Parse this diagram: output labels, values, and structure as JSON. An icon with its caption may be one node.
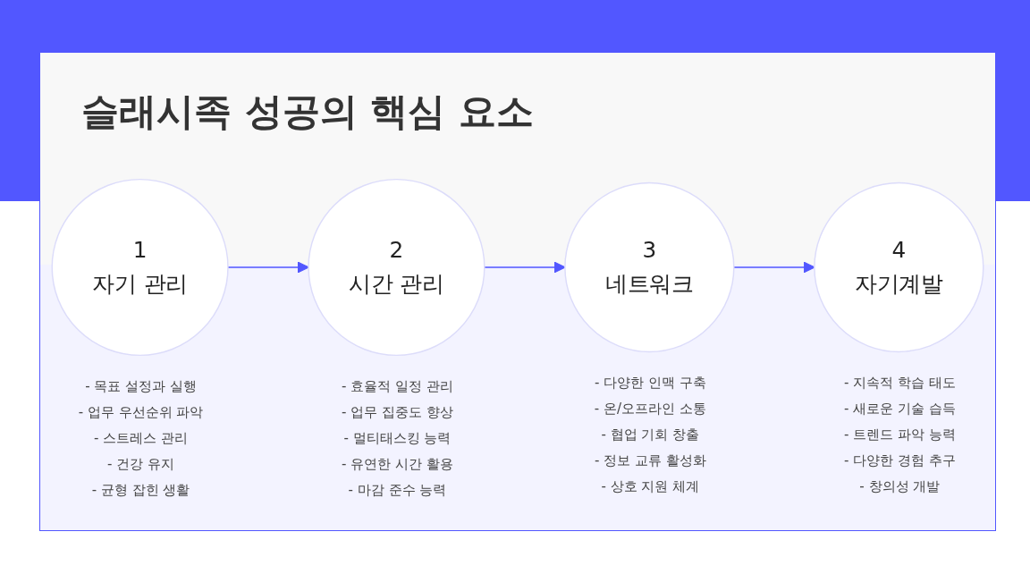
{
  "diagram": {
    "title": "슬래시족 성공의 핵심 요소",
    "nodes": [
      {
        "text": [
          "1",
          "자기 관리"
        ],
        "beside": [
          "- 목표 설정과 실행",
          "- 업무 우선순위 파악",
          "- 스트레스 관리",
          "- 건강 유지",
          "- 균형 잡힌 생활"
        ]
      },
      {
        "text": [
          "2",
          "시간 관리"
        ],
        "beside": [
          "- 효율적 일정 관리",
          "- 업무 집중도 향상",
          "- 멀티태스킹 능력",
          "- 유연한 시간 활용",
          "- 마감 준수 능력"
        ]
      },
      {
        "text": [
          "3",
          "네트워크"
        ],
        "beside": [
          "- 다양한 인맥 구축",
          "- 온/오프라인 소통",
          "- 협업 기회 창출",
          "- 정보 교류 활성화",
          "- 상호 지원 체계"
        ]
      },
      {
        "text": [
          "4",
          "자기계발"
        ],
        "beside": [
          "- 지속적 학습 태도",
          "- 새로운 기술 습득",
          "- 트렌드 파악 능력",
          "- 다양한 경험 추구",
          "- 창의성 개발"
        ]
      }
    ],
    "edges": [
      {
        "from": 0,
        "to": 1,
        "arrow": "to"
      },
      {
        "from": 1,
        "to": 2,
        "arrow": "to"
      },
      {
        "from": 2,
        "to": 3,
        "arrow": "to"
      }
    ]
  }
}
